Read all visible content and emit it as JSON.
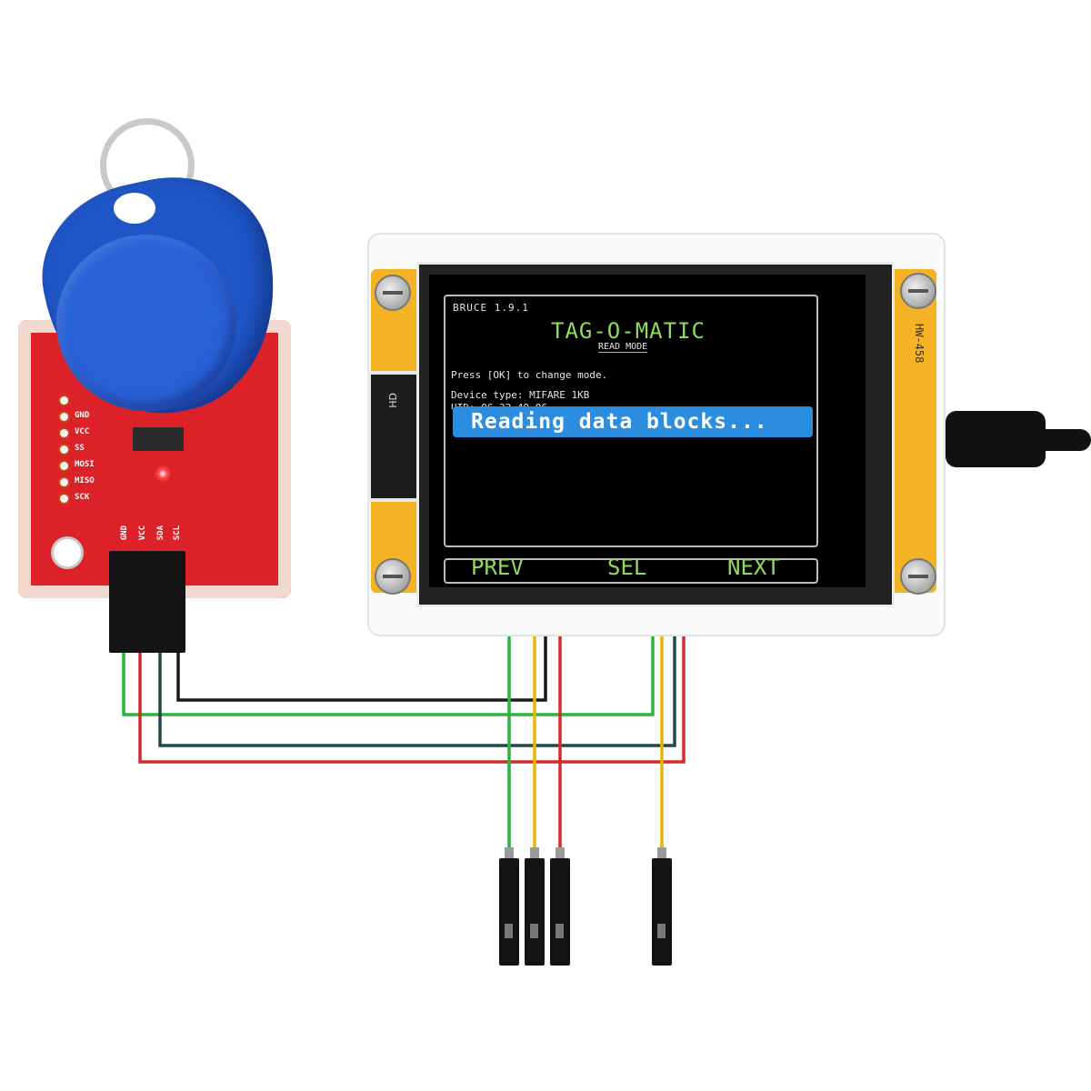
{
  "rfid_module": {
    "pin_labels": [
      "GND",
      "VCC",
      "SS",
      "MOSI",
      "MISO",
      "SCK"
    ],
    "header_labels": [
      "GND",
      "VCC",
      "SDA",
      "SCL"
    ]
  },
  "display_module": {
    "board_label": "HW-458",
    "badge_label": "HD"
  },
  "screen": {
    "version": "BRUCE 1.9.1",
    "title": "TAG-O-MATIC",
    "subtitle": "READ MODE",
    "hint": "Press [OK] to change mode.",
    "device_type": "Device type: MIFARE 1KB",
    "uid_partial": "UID: 06 32 49 06",
    "status_message": "Reading data blocks...",
    "nav": {
      "prev": "PREV",
      "sel": "SEL",
      "next": "NEXT"
    },
    "colors": {
      "accent_green": "#8fdc5b",
      "status_blue": "#2a8ddf"
    }
  },
  "wiring": {
    "colors": {
      "black": "#1a1a1a",
      "green": "#2db43c",
      "red": "#d42a2a",
      "dark_teal": "#1e4a4a",
      "yellow": "#e6b800"
    }
  }
}
